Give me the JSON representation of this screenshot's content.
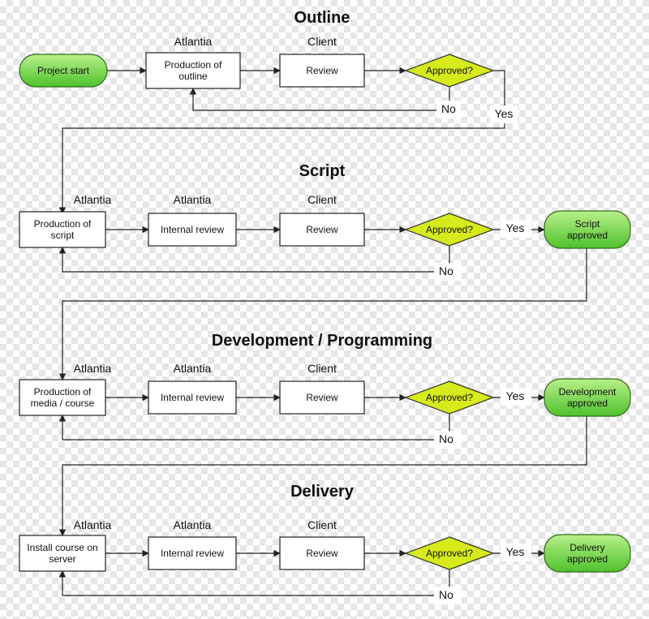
{
  "diagram": {
    "colors": {
      "decision_fill": "#d6ea1c",
      "terminal_fill_top": "#b8f08a",
      "terminal_fill_bottom": "#4fc22c",
      "line": "#222222"
    },
    "sections": [
      {
        "title": "Outline",
        "roles": [
          "Atlantia",
          "Client"
        ],
        "start": "Project start",
        "boxes": [
          "Production of\noutline",
          "Review"
        ],
        "decision": "Approved?",
        "yes": "Yes",
        "no": "No"
      },
      {
        "title": "Script",
        "roles": [
          "Atlantia",
          "Atlantia",
          "Client"
        ],
        "boxes": [
          "Production of\nscript",
          "Internal review",
          "Review"
        ],
        "decision": "Approved?",
        "yes": "Yes",
        "no": "No",
        "end": "Script\napproved"
      },
      {
        "title": "Development / Programming",
        "roles": [
          "Atlantia",
          "Atlantia",
          "Client"
        ],
        "boxes": [
          "Production of\nmedia / course",
          "Internal review",
          "Review"
        ],
        "decision": "Approved?",
        "yes": "Yes",
        "no": "No",
        "end": "Development\napproved"
      },
      {
        "title": "Delivery",
        "roles": [
          "Atlantia",
          "Atlantia",
          "Client"
        ],
        "boxes": [
          "Install course on\nserver",
          "Internal review",
          "Review"
        ],
        "decision": "Approved?",
        "yes": "Yes",
        "no": "No",
        "end": "Delivery\napproved"
      }
    ]
  }
}
